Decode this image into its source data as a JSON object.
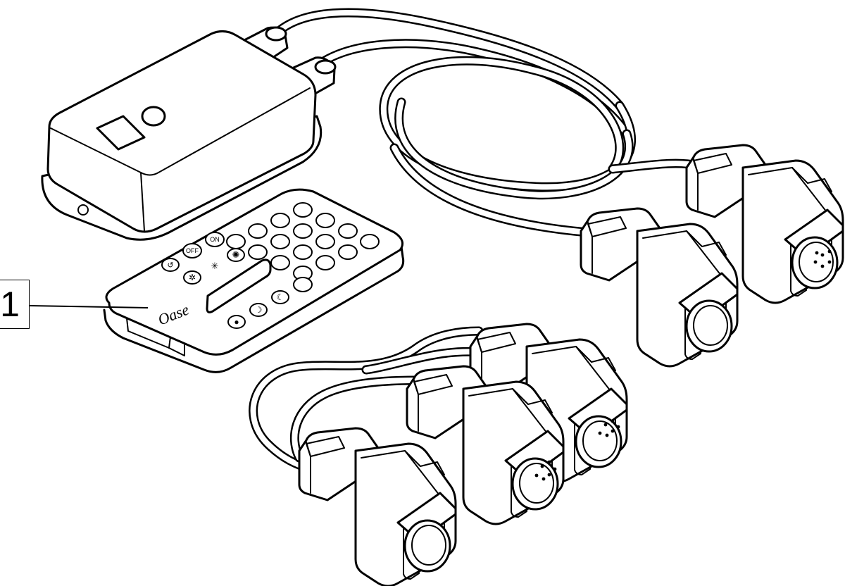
{
  "diagram": {
    "callouts": [
      {
        "number": "1",
        "target": "remote-control"
      }
    ],
    "remote": {
      "brand": "Oase",
      "button_on": "ON",
      "button_off": "OFF"
    }
  }
}
